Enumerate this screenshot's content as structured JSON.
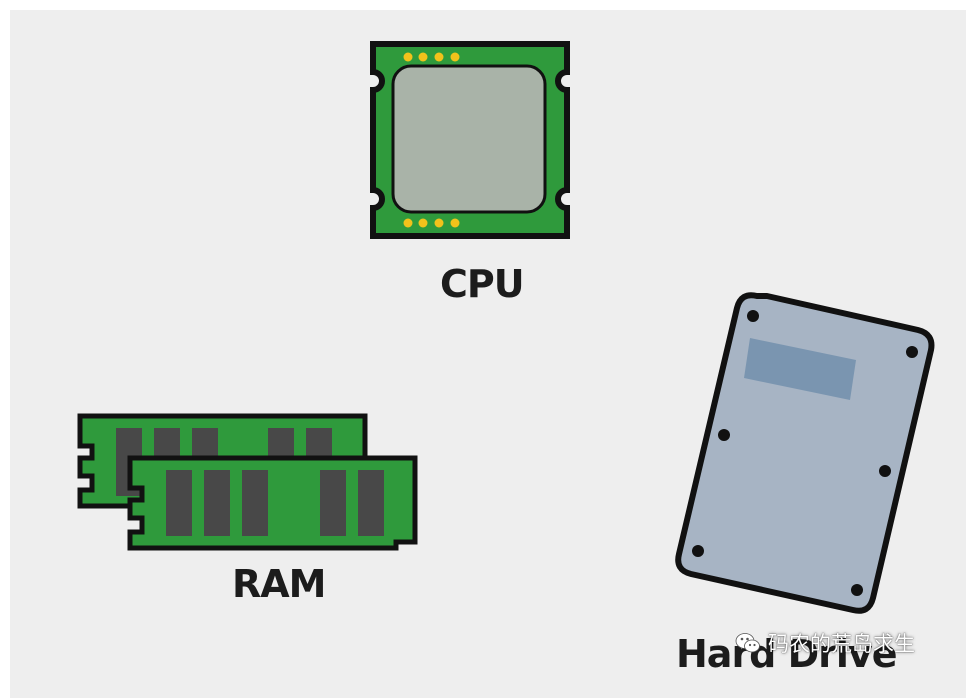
{
  "labels": {
    "cpu": "CPU",
    "ram": "RAM",
    "hard_drive": "Hard Drive"
  },
  "watermark": {
    "text": "码农的荒岛求生",
    "icon": "wechat-icon"
  },
  "colors": {
    "background": "#eeeeee",
    "pcb_green": "#2f9a3c",
    "outline": "#111111",
    "cpu_die": "#a9b3a8",
    "gold_pins": "#f2c21b",
    "ram_chip": "#484848",
    "drive_body": "#a7b4c4",
    "drive_label": "#7a95b0"
  }
}
